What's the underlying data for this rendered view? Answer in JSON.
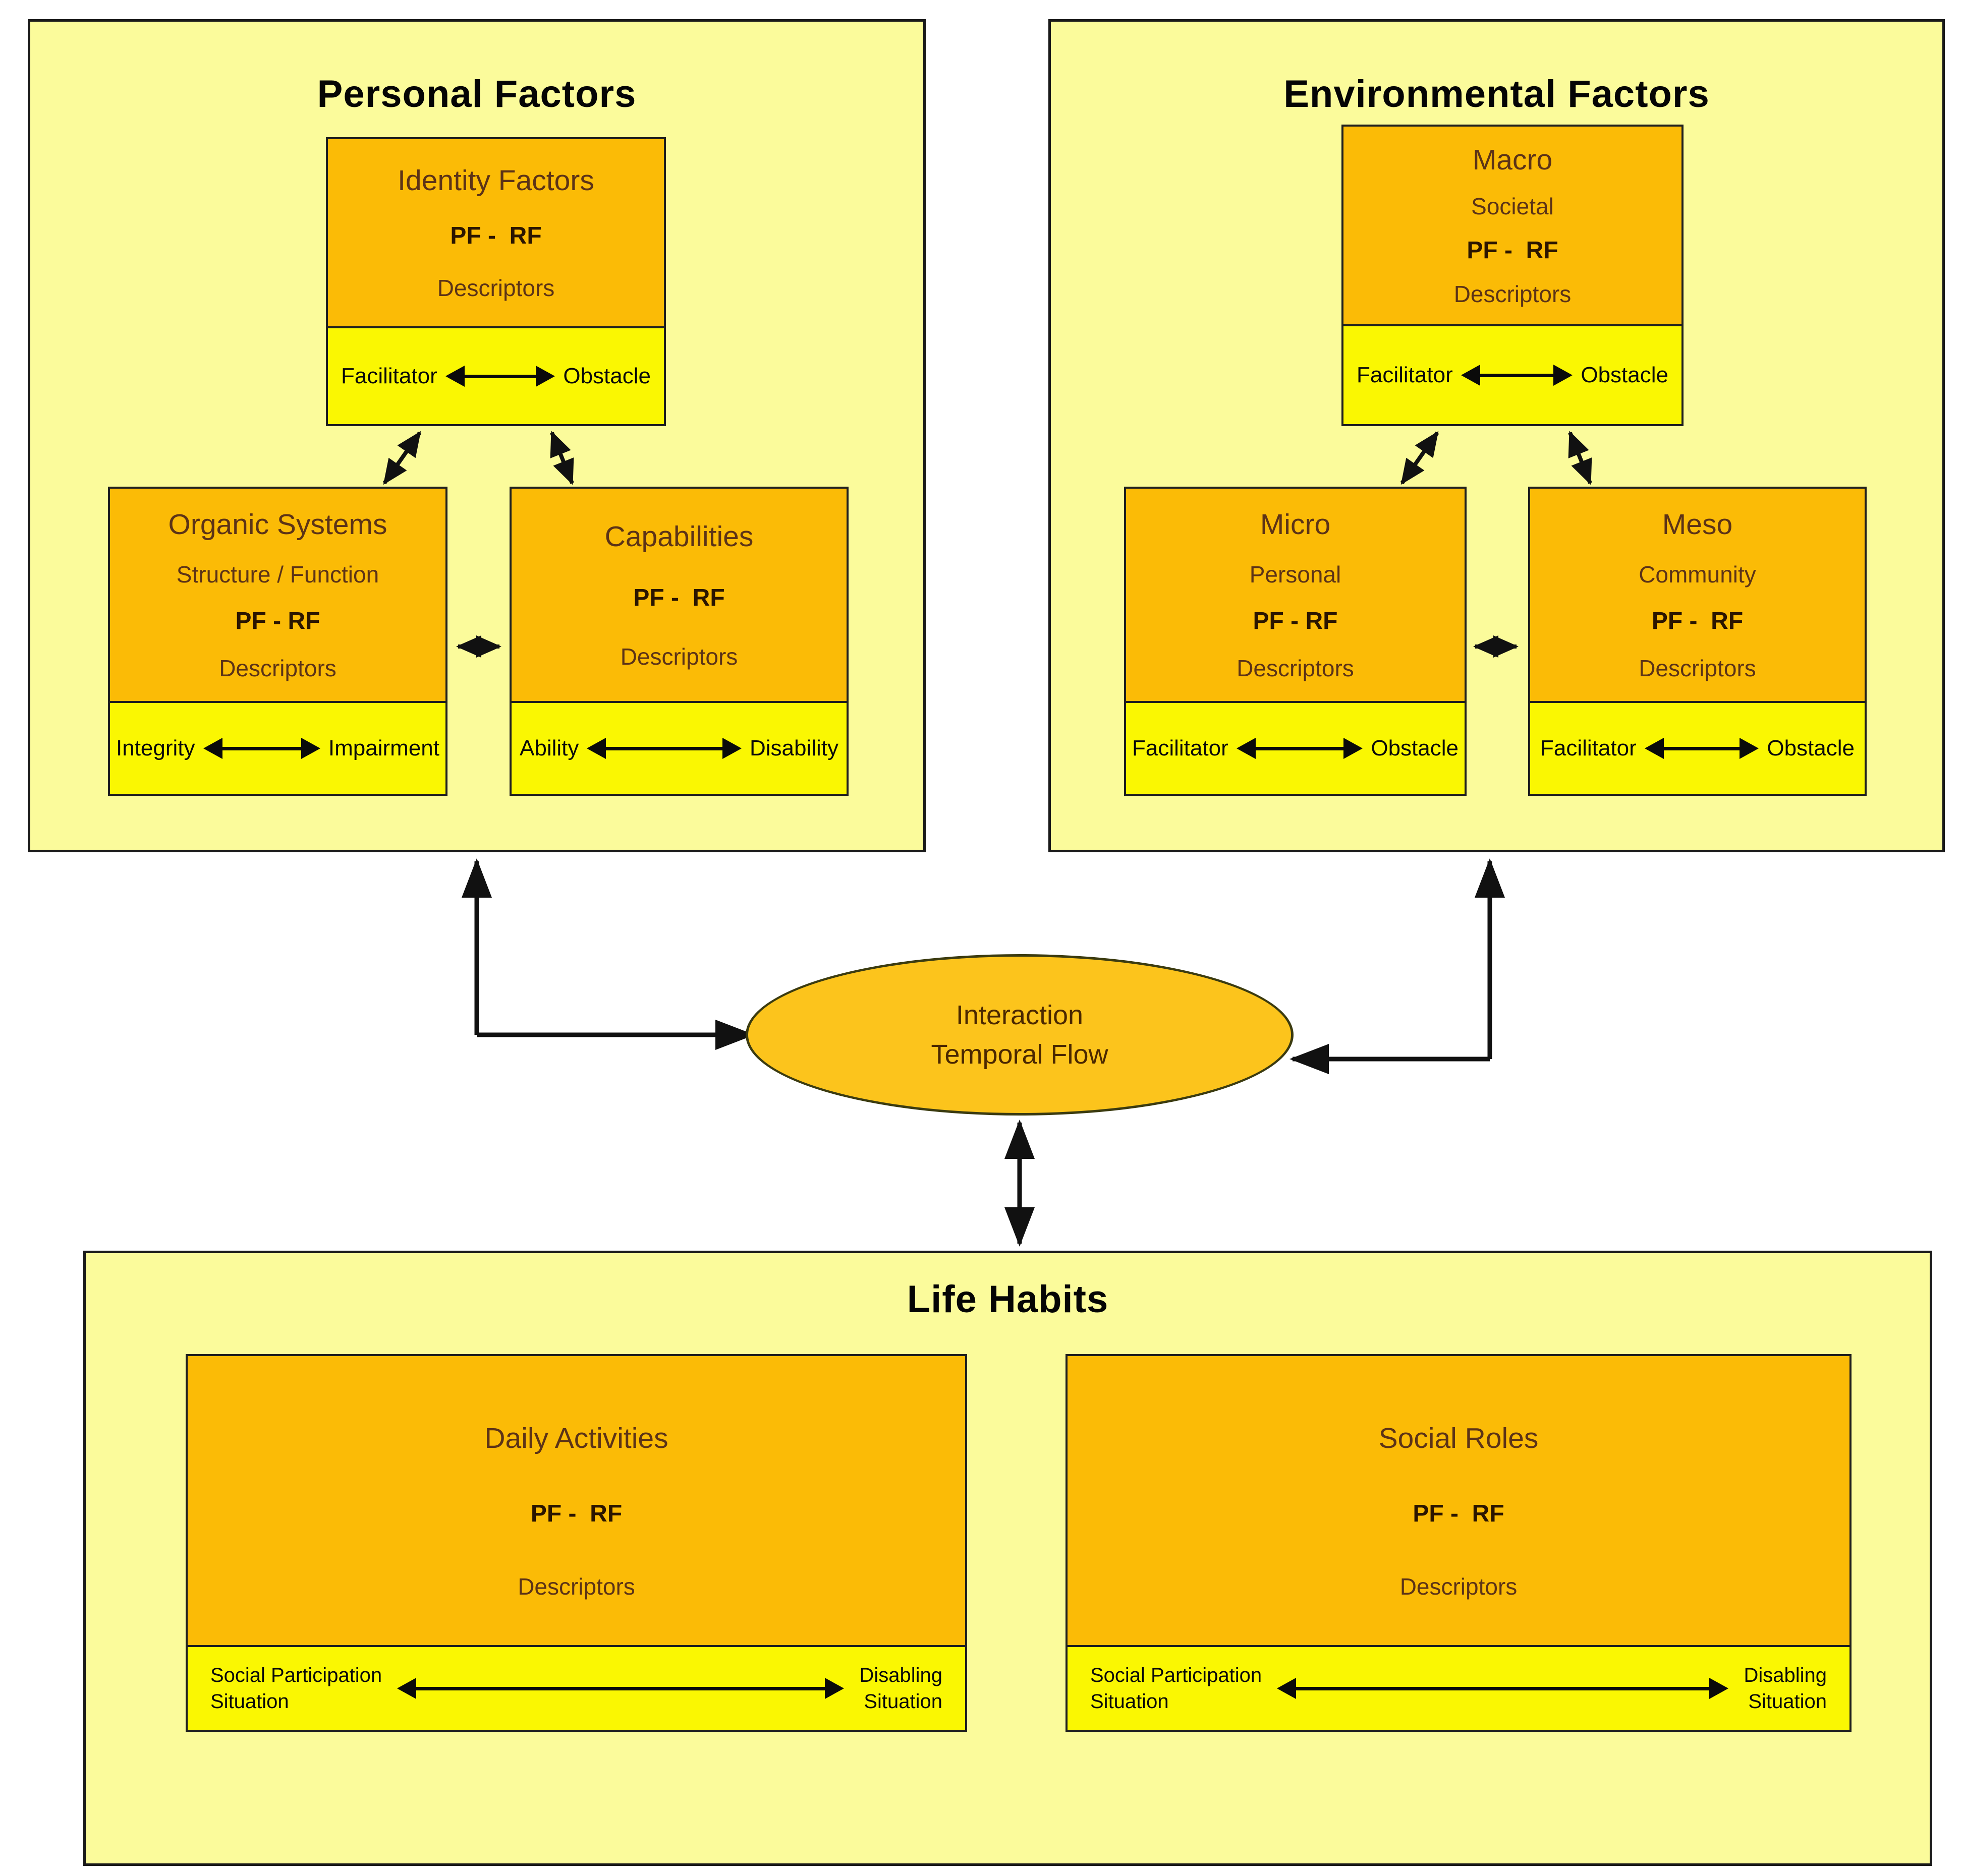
{
  "colors": {
    "container_bg": "#FBFB9B",
    "box_orange": "#FBBB06",
    "strip_yellow": "#FAF702",
    "ellipse_fill": "#FCC41C",
    "border_dark": "#1F1F1F",
    "heading_text": "#5C3317",
    "bold_text": "#2B1500",
    "arrow_black": "#111111"
  },
  "pf": {
    "title": "Personal Factors",
    "identity": {
      "title": "Identity Factors",
      "pfrf": "PF -  RF",
      "desc": "Descriptors",
      "left": "Facilitator",
      "right": "Obstacle"
    },
    "organic": {
      "title": "Organic Systems",
      "subtitle": "Structure / Function",
      "pfrf": "PF - RF",
      "desc": "Descriptors",
      "left": "Integrity",
      "right": "Impairment"
    },
    "capabilities": {
      "title": "Capabilities",
      "pfrf": "PF -  RF",
      "desc": "Descriptors",
      "left": "Ability",
      "right": "Disability"
    }
  },
  "ef": {
    "title": "Environmental Factors",
    "macro": {
      "title": "Macro",
      "subtitle": "Societal",
      "pfrf": "PF -  RF",
      "desc": "Descriptors",
      "left": "Facilitator",
      "right": "Obstacle"
    },
    "micro": {
      "title": "Micro",
      "subtitle": "Personal",
      "pfrf": "PF - RF",
      "desc": "Descriptors",
      "left": "Facilitator",
      "right": "Obstacle"
    },
    "meso": {
      "title": "Meso",
      "subtitle": "Community",
      "pfrf": "PF -  RF",
      "desc": "Descriptors",
      "left": "Facilitator",
      "right": "Obstacle"
    }
  },
  "interaction": {
    "line1": "Interaction",
    "line2": "Temporal Flow"
  },
  "lh": {
    "title": "Life Habits",
    "daily": {
      "title": "Daily Activities",
      "pfrf": "PF -  RF",
      "desc": "Descriptors",
      "left1": "Social Participation",
      "left2": "Situation",
      "right1": "Disabling",
      "right2": "Situation"
    },
    "social": {
      "title": "Social Roles",
      "pfrf": "PF -  RF",
      "desc": "Descriptors",
      "left1": "Social Participation",
      "left2": "Situation",
      "right1": "Disabling",
      "right2": "Situation"
    }
  }
}
